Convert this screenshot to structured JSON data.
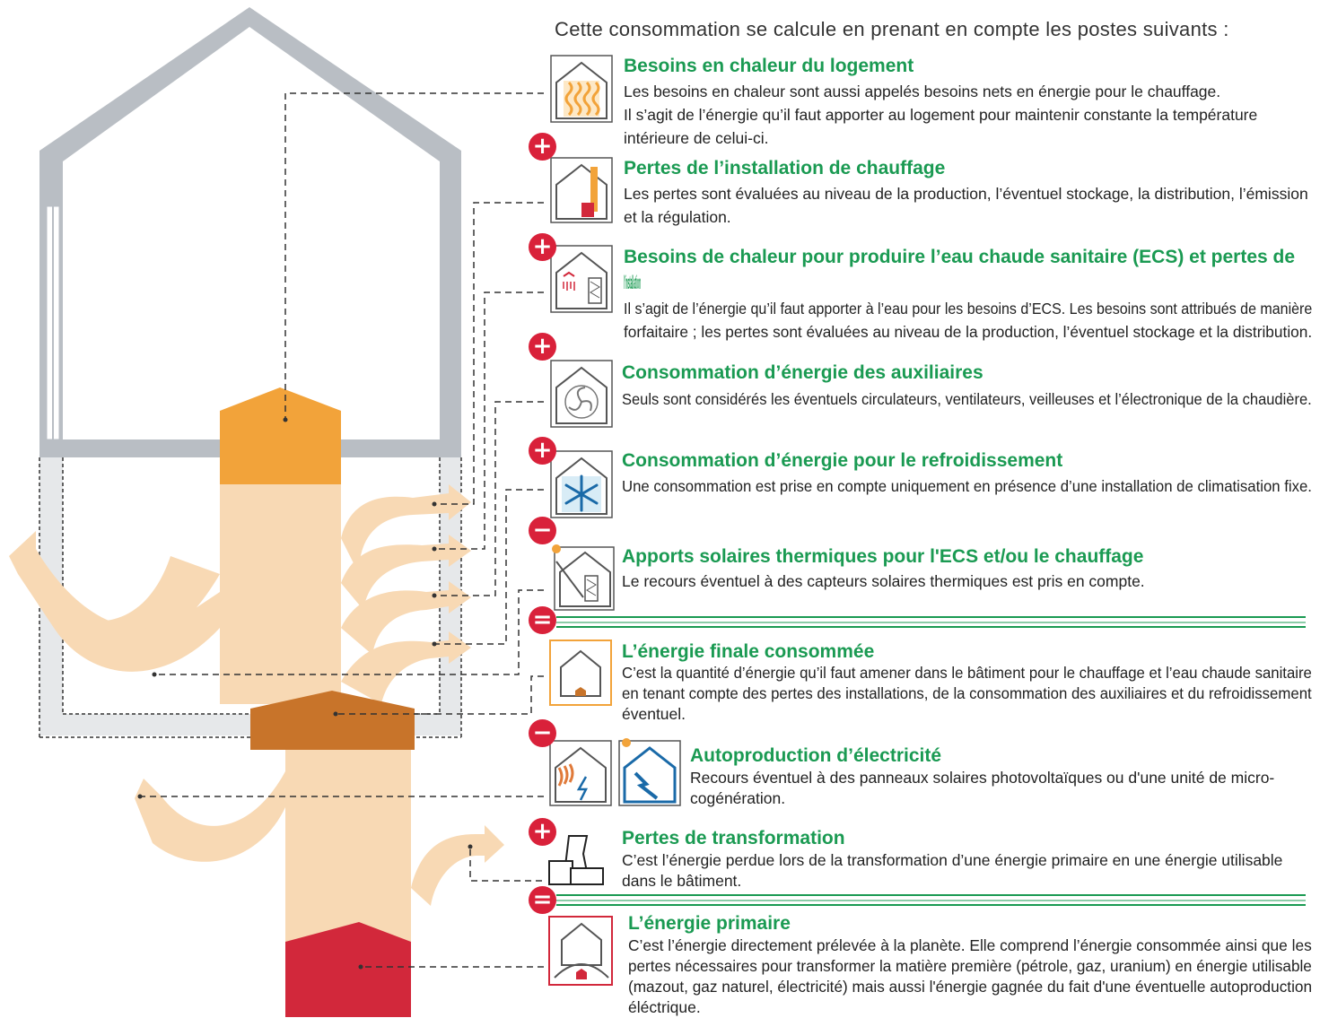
{
  "intro": "Cette consommation se calcule en prenant en compte les postes suivants :",
  "items": [
    {
      "op": "",
      "icon": "heat-icon",
      "title": "Besoins en chaleur du logement",
      "desc": [
        "Les besoins en chaleur sont aussi appelés besoins nets en énergie pour le chauffage.",
        "Il s’agit de l’énergie qu’il faut apporter au logement pour maintenir constante la température",
        "intérieure de celui-ci."
      ]
    },
    {
      "op": "+",
      "icon": "heating-installation-icon",
      "title": "Pertes de l’installation de chauffage",
      "desc": [
        "Les pertes sont évaluées au niveau de la production, l’éventuel stockage, la distribution, l’émission",
        "et la régulation."
      ]
    },
    {
      "op": "+",
      "icon": "hot-water-icon",
      "title": [
        "Besoins de chaleur pour produire l’eau chaude sanitaire (ECS) et pertes de",
        "l’installation"
      ],
      "desc": [
        "Il s’agit de l’énergie qu’il faut apporter à l’eau pour les besoins d’ECS. Les besoins sont attribués de manière",
        "forfaitaire ; les pertes sont évaluées au niveau de la production, l’éventuel stockage et la distribution."
      ]
    },
    {
      "op": "+",
      "icon": "fan-icon",
      "title": "Consommation d’énergie des auxiliaires",
      "desc": [
        "Seuls sont considérés les éventuels circulateurs, ventilateurs, veilleuses et l’électronique de la chaudière."
      ]
    },
    {
      "op": "+",
      "icon": "snowflake-icon",
      "title": "Consommation d’énergie pour le refroidissement",
      "desc": [
        "Une consommation est prise en compte uniquement en présence d’une installation de climatisation fixe."
      ]
    },
    {
      "op": "−",
      "icon": "solar-thermal-icon",
      "title": "Apports solaires thermiques pour l'ECS et/ou le chauffage",
      "desc": [
        "Le recours éventuel à des capteurs solaires thermiques est pris en compte."
      ]
    },
    {
      "op": "=",
      "icon": "final-energy-icon",
      "title": "L’énergie finale consommée",
      "desc": [
        "C’est la quantité d’énergie qu’il faut amener dans le bâtiment pour le chauffage et l’eau chaude sanitaire",
        "en tenant compte des pertes des installations, de la consommation des auxiliaires et du refroidissement",
        "éventuel."
      ]
    },
    {
      "op": "−",
      "icon": "photovoltaic-icon",
      "title": "Autoproduction d’électricité",
      "desc": [
        "Recours éventuel à des panneaux solaires photovoltaïques ou d'une unité de micro-",
        "cogénération."
      ]
    },
    {
      "op": "+",
      "icon": "power-plant-icon",
      "title": "Pertes de transformation",
      "desc": [
        "C’est l’énergie perdue lors de la transformation d’une énergie primaire en une énergie utilisable",
        "dans le bâtiment."
      ]
    },
    {
      "op": "=",
      "icon": "primary-energy-icon",
      "title": "L’énergie primaire",
      "desc": [
        "C’est l’énergie directement prélevée à la planète. Elle comprend l’énergie consommée ainsi que les",
        "pertes nécessaires pour transformer la matière première (pétrole, gaz, uranium) en énergie utilisable",
        "(mazout, gaz naturel, électricité) mais aussi l'énergie gagnée du fait d'une éventuelle autoproduction",
        "éléctrique."
      ]
    }
  ],
  "colors": {
    "title_green": "#1a9a52",
    "operator_red": "#d9213a",
    "flow_beige": "#f8d9b4",
    "orange": "#f2a33a",
    "brown": "#c8742a",
    "red": "#d2283b",
    "wall_gray": "#b9bec4"
  }
}
